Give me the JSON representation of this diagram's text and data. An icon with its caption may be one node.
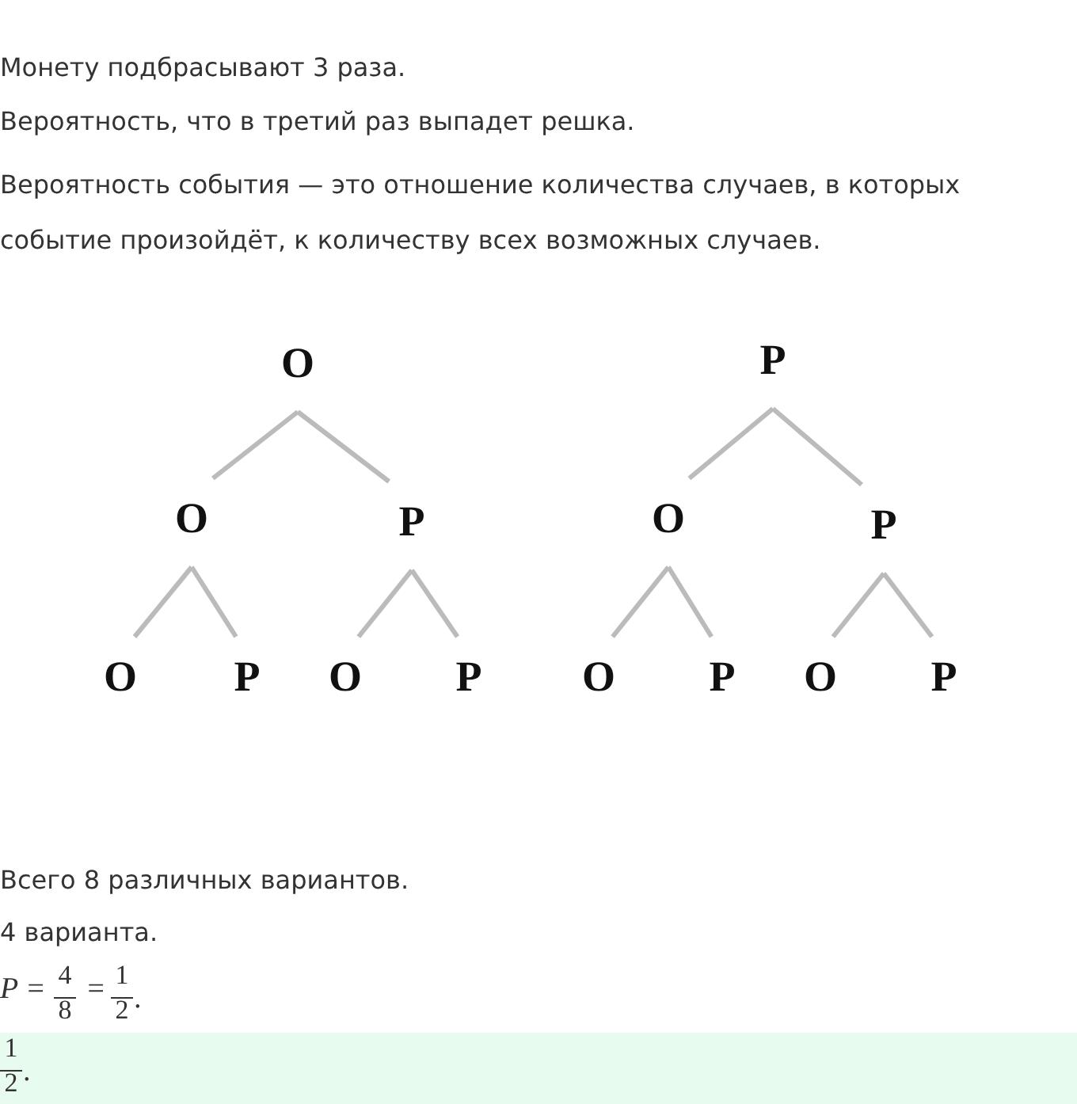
{
  "diagram": {
    "nodes": [
      {
        "text": [
          "O"
        ]
      },
      {
        "text": [
          "P"
        ]
      },
      {
        "text": [
          "O"
        ]
      },
      {
        "text": [
          "P"
        ]
      },
      {
        "text": [
          "O"
        ]
      },
      {
        "text": [
          "P"
        ]
      },
      {
        "text": [
          "O"
        ]
      },
      {
        "text": [
          "P"
        ]
      },
      {
        "text": [
          "O"
        ]
      },
      {
        "text": [
          "P"
        ]
      },
      {
        "text": [
          "O"
        ]
      },
      {
        "text": [
          "P"
        ]
      },
      {
        "text": [
          "O"
        ]
      },
      {
        "text": [
          "P"
        ]
      }
    ],
    "edges": [
      {
        "from": 0,
        "to": 2,
        "arrow": "none"
      },
      {
        "from": 0,
        "to": 3,
        "arrow": "none"
      },
      {
        "from": 1,
        "to": 4,
        "arrow": "none"
      },
      {
        "from": 1,
        "to": 5,
        "arrow": "none"
      },
      {
        "from": 2,
        "to": 6,
        "arrow": "none"
      },
      {
        "from": 2,
        "to": 7,
        "arrow": "none"
      },
      {
        "from": 3,
        "to": 8,
        "arrow": "none"
      },
      {
        "from": 3,
        "to": 9,
        "arrow": "none"
      },
      {
        "from": 4,
        "to": 10,
        "arrow": "none"
      },
      {
        "from": 4,
        "to": 11,
        "arrow": "none"
      },
      {
        "from": 5,
        "to": 12,
        "arrow": "none"
      },
      {
        "from": 5,
        "to": 13,
        "arrow": "none"
      }
    ],
    "labels": [
      "Монету подбрасывают 3 раза.",
      "Вероятность, что в третий раз выпадет решка.",
      "Вероятность события — это отношение количества случаев, в которых событие произойдёт, к количеству всех возможных случаев.",
      "Всего 8 различных вариантов.",
      "4 варианта.",
      "P =",
      "4",
      "8",
      "=",
      "1",
      "2",
      ".",
      "1",
      "2",
      "."
    ]
  }
}
